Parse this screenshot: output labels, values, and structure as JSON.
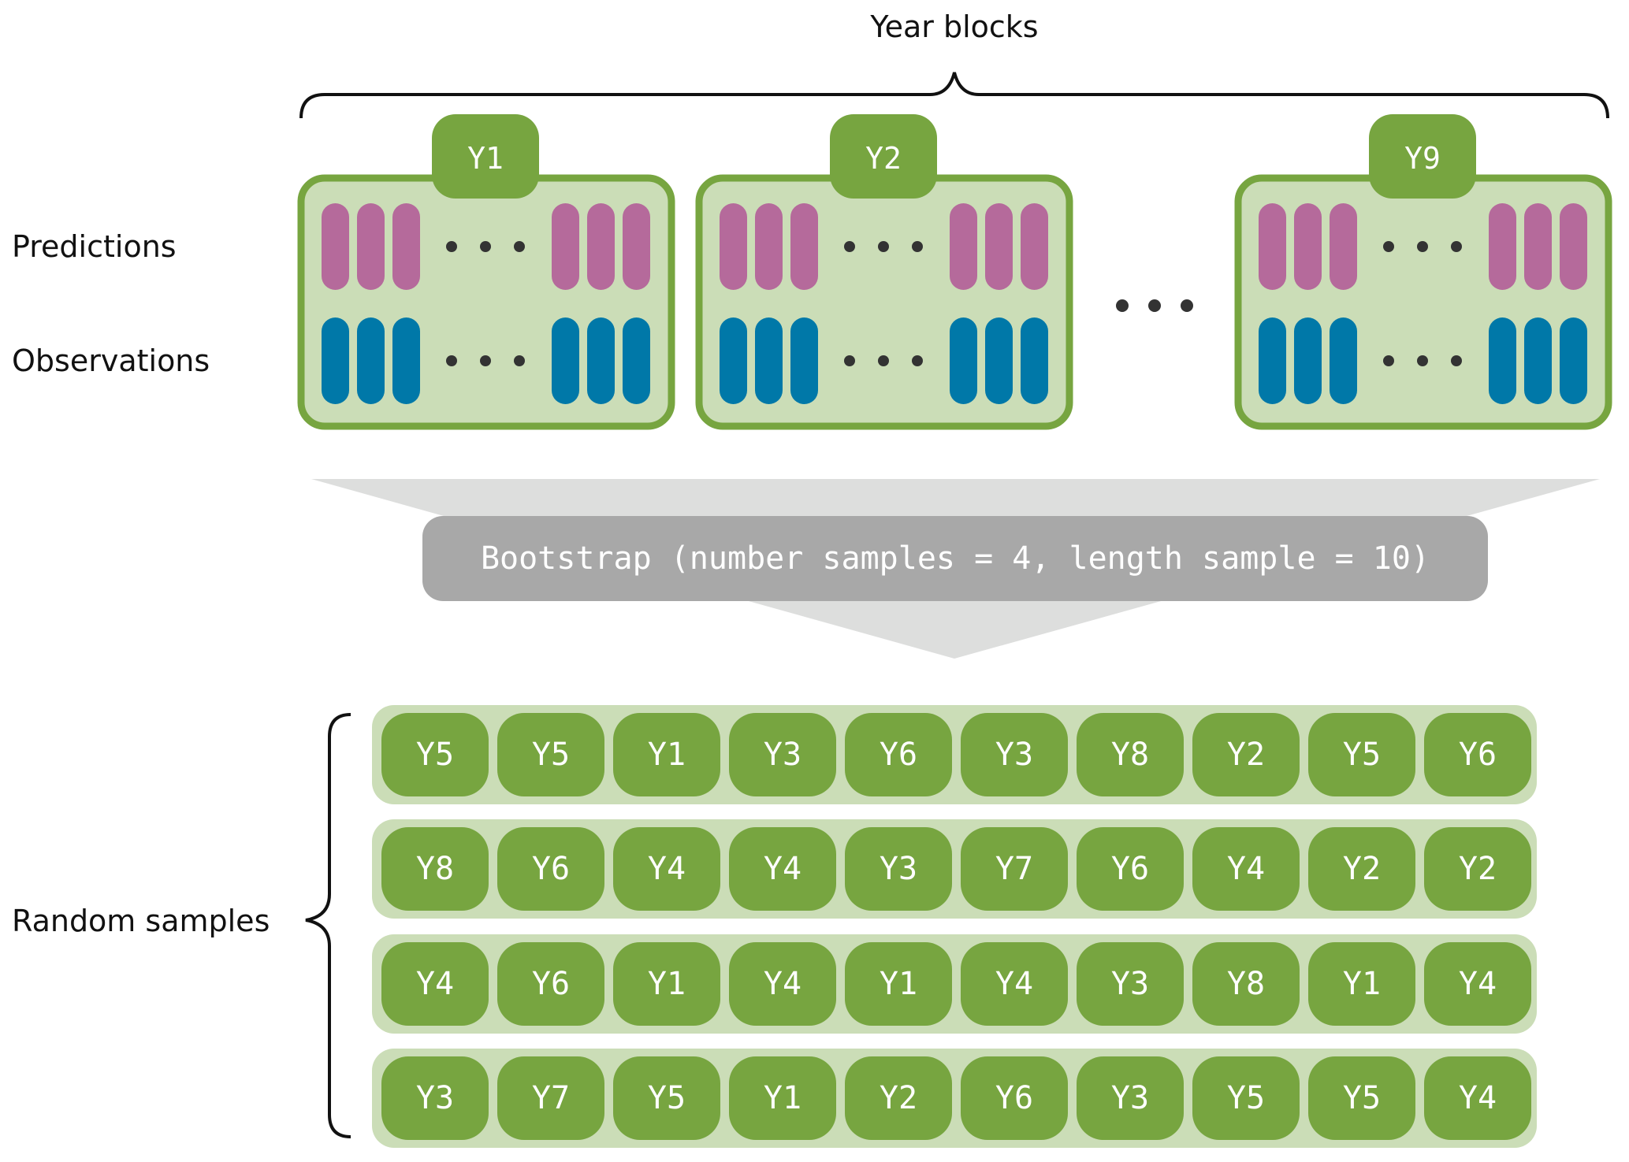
{
  "title": "Year blocks",
  "row_labels": {
    "predictions": "Predictions",
    "observations": "Observations",
    "random_samples": "Random samples"
  },
  "year_blocks": [
    {
      "label": "Y1"
    },
    {
      "label": "Y2"
    },
    {
      "label": "Y9"
    }
  ],
  "bootstrap": {
    "label": "Bootstrap (number samples = 4, length sample = 10)",
    "number_samples": 4,
    "length_sample": 10
  },
  "random_samples": [
    [
      "Y5",
      "Y5",
      "Y1",
      "Y3",
      "Y6",
      "Y3",
      "Y8",
      "Y2",
      "Y5",
      "Y6"
    ],
    [
      "Y8",
      "Y6",
      "Y4",
      "Y4",
      "Y3",
      "Y7",
      "Y6",
      "Y4",
      "Y2",
      "Y2"
    ],
    [
      "Y4",
      "Y6",
      "Y1",
      "Y4",
      "Y1",
      "Y4",
      "Y3",
      "Y8",
      "Y1",
      "Y4"
    ],
    [
      "Y3",
      "Y7",
      "Y5",
      "Y1",
      "Y2",
      "Y6",
      "Y3",
      "Y5",
      "Y5",
      "Y4"
    ]
  ],
  "colors": {
    "block_border": "#77a540",
    "block_fill": "#cbddb7",
    "prediction_bar": "#b56a9b",
    "observation_bar": "#0078a8",
    "dot": "#333333",
    "funnel": "#dddedd",
    "bootstrap_box": "#a8a8a8",
    "bootstrap_text": "#ffffff",
    "sample_chip": "#77a540",
    "sample_row_fill": "#cbddb7"
  }
}
